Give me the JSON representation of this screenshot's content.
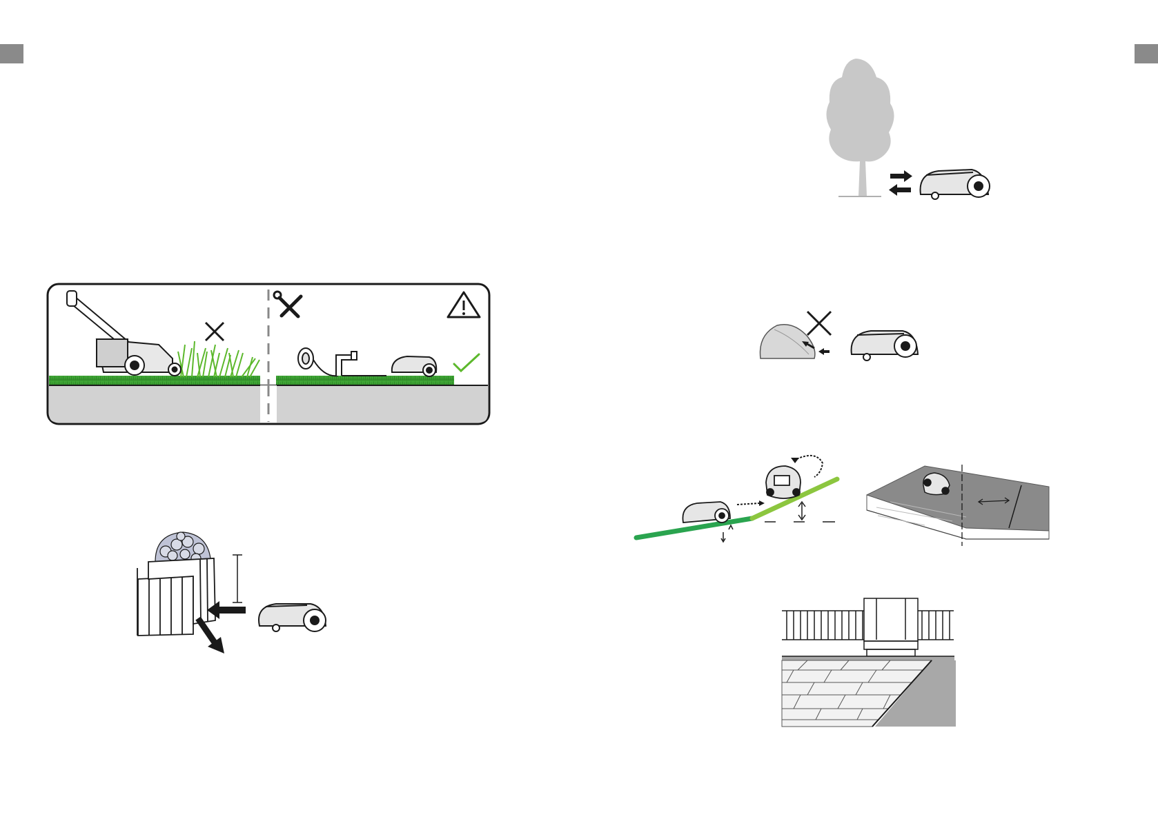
{
  "document": {
    "type": "manual-spread",
    "pages": [
      {
        "side": "left",
        "figures": [
          {
            "name": "lawn-preparation-panel",
            "description_icons": [
              "mower-cross-icon",
              "tools-icon",
              "warning-triangle-icon",
              "checkmark-icon"
            ]
          },
          {
            "name": "raised-flowerbed-figure",
            "description_icons": [
              "arrow-left-icon",
              "arrow-down-left-icon"
            ]
          }
        ]
      },
      {
        "side": "right",
        "figures": [
          {
            "name": "tree-trunk-bounce-figure"
          },
          {
            "name": "stone-obstacle-figure",
            "description_icons": [
              "cross-icon"
            ]
          },
          {
            "name": "slope-figure"
          },
          {
            "name": "slope-edge-figure"
          },
          {
            "name": "paved-area-figure"
          }
        ]
      }
    ]
  },
  "colors": {
    "tab": "#8a8a8a",
    "grass": "#3fa535",
    "grass_light": "#8cc63f",
    "ground": "#d2d2d2",
    "ink": "#1a1a1a",
    "check": "#5cb82c",
    "tree": "#c8c8c8",
    "slope": "#8a8a8a"
  }
}
